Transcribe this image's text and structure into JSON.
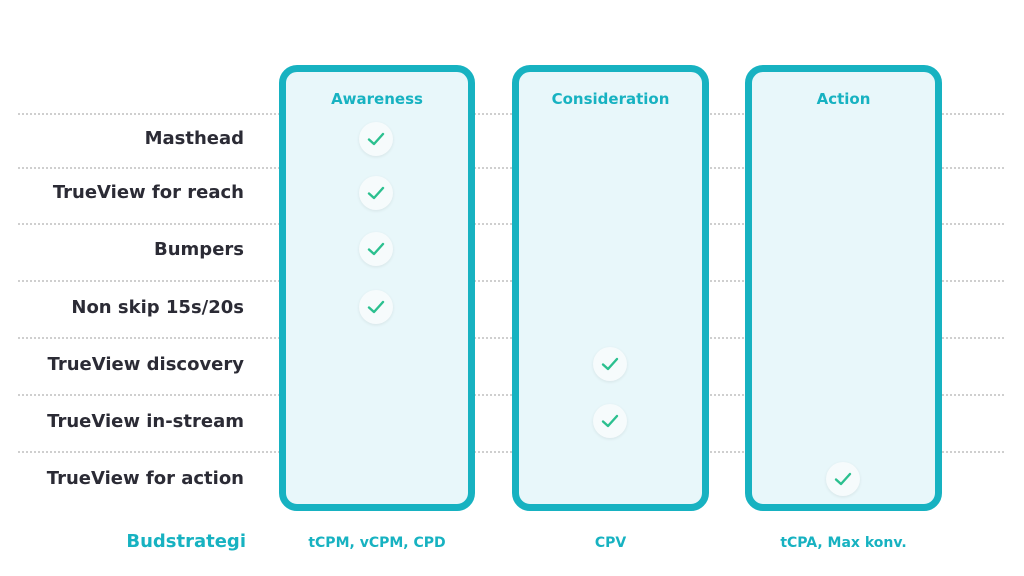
{
  "columns": [
    {
      "title": "Awareness",
      "bid": "tCPM, vCPM, CPD"
    },
    {
      "title": "Consideration",
      "bid": "CPV"
    },
    {
      "title": "Action",
      "bid": "tCPA, Max konv."
    }
  ],
  "rows": [
    {
      "label": "Masthead",
      "checked_column": "Awareness"
    },
    {
      "label": "TrueView for reach",
      "checked_column": "Awareness"
    },
    {
      "label": "Bumpers",
      "checked_column": "Awareness"
    },
    {
      "label": "Non skip 15s/20s",
      "checked_column": "Awareness"
    },
    {
      "label": "TrueView discovery",
      "checked_column": "Consideration"
    },
    {
      "label": "TrueView in-stream",
      "checked_column": "Consideration"
    },
    {
      "label": "TrueView for action",
      "checked_column": "Action"
    }
  ],
  "footer": {
    "label": "Budstrategi"
  },
  "icons": {
    "check": "check-icon"
  },
  "colors": {
    "accent": "#17b2c1",
    "check": "#2bc08f",
    "column_fill": "#e8f7fa",
    "text": "#2b2b35"
  }
}
